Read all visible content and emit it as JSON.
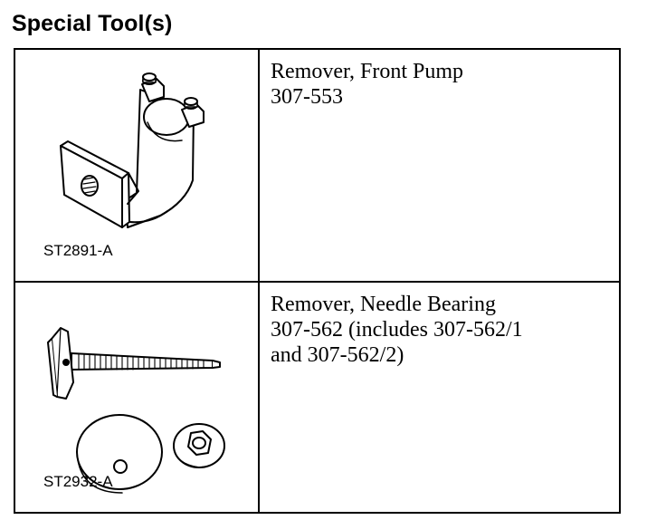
{
  "heading": "Special Tool(s)",
  "tools": [
    {
      "figure_code": "ST2891-A",
      "description_lines": [
        "Remover, Front Pump",
        "307-553"
      ],
      "illustration": "front-pump-remover-bracket"
    },
    {
      "figure_code": "ST2932-A",
      "description_lines": [
        "Remover, Needle Bearing",
        "307-562 (includes 307-562/1",
        "and 307-562/2)"
      ],
      "illustration": "needle-bearing-remover-set"
    }
  ]
}
